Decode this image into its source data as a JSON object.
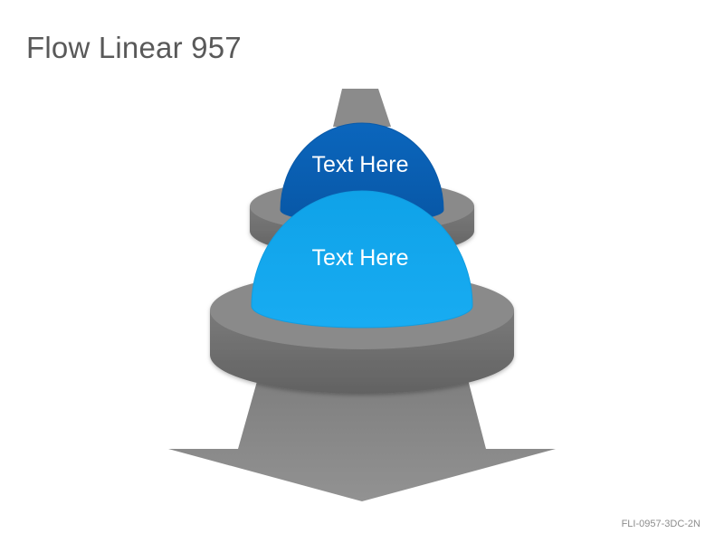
{
  "title": "Flow Linear 957",
  "footer_code": "FLI-0957-3DC-2N",
  "stages": [
    {
      "label": "Text Here",
      "color": "#0a61b5"
    },
    {
      "label": "Text Here",
      "color": "#13a6ec"
    }
  ],
  "colors": {
    "arrow": "#8a8a8a",
    "disc_side": "#6e6e6e",
    "disc_top": "#8a8a8a",
    "text": "#ffffff"
  }
}
